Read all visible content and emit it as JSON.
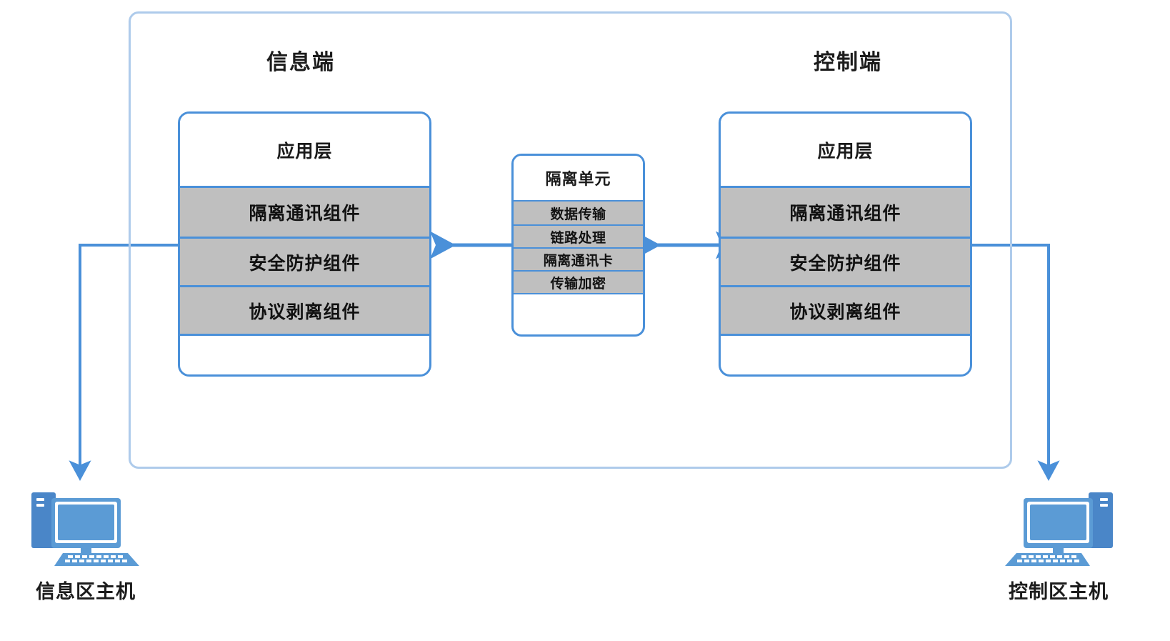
{
  "diagram": {
    "title_left": "信息端",
    "title_right": "控制端",
    "colors": {
      "frame_border": "#aecbeb",
      "box_border": "#4a90d9",
      "row_fill": "#bfbfbf",
      "arrow": "#4a90d9",
      "icon_blue": "#5b9bd5",
      "text": "#1c1c1c",
      "background": "#ffffff"
    },
    "left_stack": {
      "header": "应用层",
      "rows": [
        "隔离通讯组件",
        "安全防护组件",
        "协议剥离组件"
      ]
    },
    "right_stack": {
      "header": "应用层",
      "rows": [
        "隔离通讯组件",
        "安全防护组件",
        "协议剥离组件"
      ]
    },
    "isolation_unit": {
      "header": "隔离单元",
      "rows": [
        "数据传输",
        "链路处理",
        "隔离通讯卡",
        "传输加密"
      ]
    },
    "hosts": {
      "left_label": "信息区主机",
      "right_label": "控制区主机",
      "left_icon": "desktop-computer-icon",
      "right_icon": "desktop-computer-icon"
    },
    "connectors": {
      "left_arrow": "double-headed-arrow",
      "right_arrow": "double-headed-arrow",
      "left_host_link": "elbow-arrow-down",
      "right_host_link": "elbow-arrow-down"
    }
  }
}
